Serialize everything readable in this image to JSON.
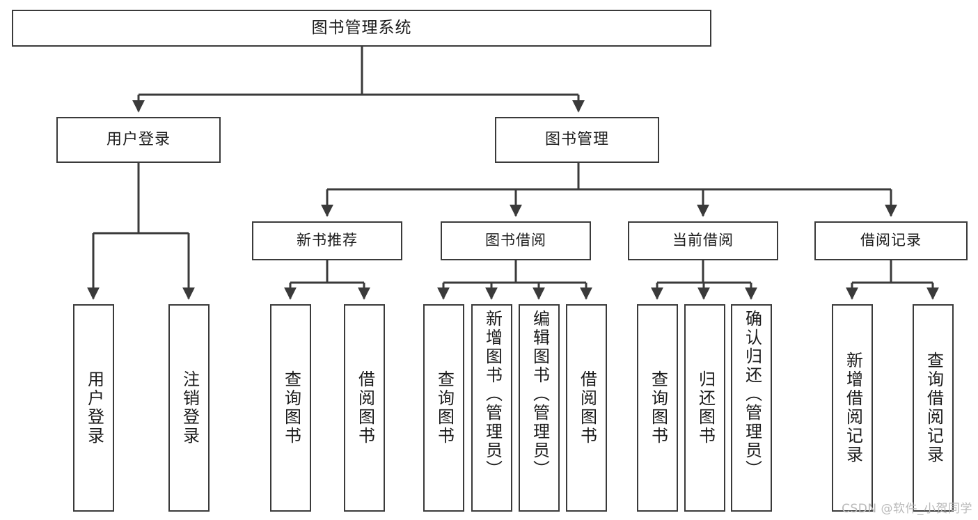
{
  "diagram": {
    "type": "tree",
    "title": "图书管理系统",
    "root": {
      "label": "图书管理系统"
    },
    "level1": [
      {
        "id": "user-login",
        "label": "用户登录"
      },
      {
        "id": "book-manage",
        "label": "图书管理"
      }
    ],
    "level2": [
      {
        "id": "new-book-rec",
        "label": "新书推荐",
        "parent": "book-manage"
      },
      {
        "id": "book-borrow",
        "label": "图书借阅",
        "parent": "book-manage"
      },
      {
        "id": "cur-borrow",
        "label": "当前借阅",
        "parent": "book-manage"
      },
      {
        "id": "borrow-log",
        "label": "借阅记录",
        "parent": "book-manage"
      }
    ],
    "leaves": [
      {
        "id": "leaf-user-login",
        "label": "用户登录",
        "parent": "user-login"
      },
      {
        "id": "leaf-user-logout",
        "label": "注销登录",
        "parent": "user-login"
      },
      {
        "id": "leaf-query-book-1",
        "label": "查询图书",
        "parent": "new-book-rec"
      },
      {
        "id": "leaf-borrow-book-1",
        "label": "借阅图书",
        "parent": "new-book-rec"
      },
      {
        "id": "leaf-query-book-2",
        "label": "查询图书",
        "parent": "book-borrow"
      },
      {
        "id": "leaf-add-book",
        "label": "新增图书（管理员）",
        "parent": "book-borrow"
      },
      {
        "id": "leaf-edit-book",
        "label": "编辑图书（管理员）",
        "parent": "book-borrow"
      },
      {
        "id": "leaf-borrow-book-2",
        "label": "借阅图书",
        "parent": "book-borrow"
      },
      {
        "id": "leaf-query-book-3",
        "label": "查询图书",
        "parent": "cur-borrow"
      },
      {
        "id": "leaf-return-book",
        "label": "归还图书",
        "parent": "cur-borrow"
      },
      {
        "id": "leaf-confirm-return",
        "label": "确认归还（管理员）",
        "parent": "cur-borrow"
      },
      {
        "id": "leaf-add-log",
        "label": "新增借阅记录",
        "parent": "borrow-log"
      },
      {
        "id": "leaf-query-log",
        "label": "查询借阅记录",
        "parent": "borrow-log"
      }
    ],
    "colors": {
      "box_border": "#3a3a3a",
      "box_fill": "#ffffff",
      "connector": "#3a3a3a",
      "text": "#1b1b1b",
      "watermark": "#b9b9b9"
    }
  },
  "watermark": {
    "text": "CSDN @软件_小贺同学"
  }
}
